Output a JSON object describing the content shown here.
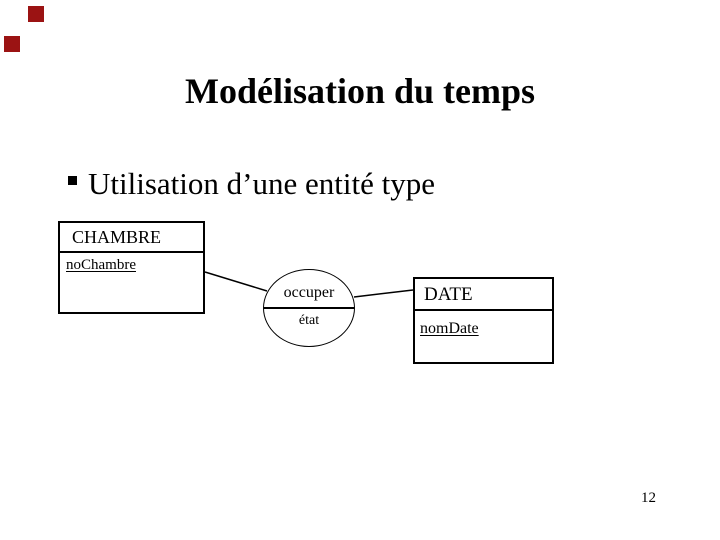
{
  "slide": {
    "title": "Modélisation du temps",
    "bullet_text": "Utilisation d’une entité type",
    "page_number": "12",
    "background_color": "#ffffff",
    "text_color": "#000000",
    "decor_square_color": "#9b1313"
  },
  "diagram": {
    "entities": [
      {
        "name": "CHAMBRE",
        "attributes": [
          "noChambre"
        ]
      },
      {
        "name": "DATE",
        "attributes": [
          "nomDate"
        ]
      }
    ],
    "relationship": {
      "name": "occuper",
      "attribute": "état"
    },
    "connections": [
      {
        "from": "CHAMBRE",
        "to": "occuper"
      },
      {
        "from": "occuper",
        "to": "DATE"
      }
    ]
  }
}
